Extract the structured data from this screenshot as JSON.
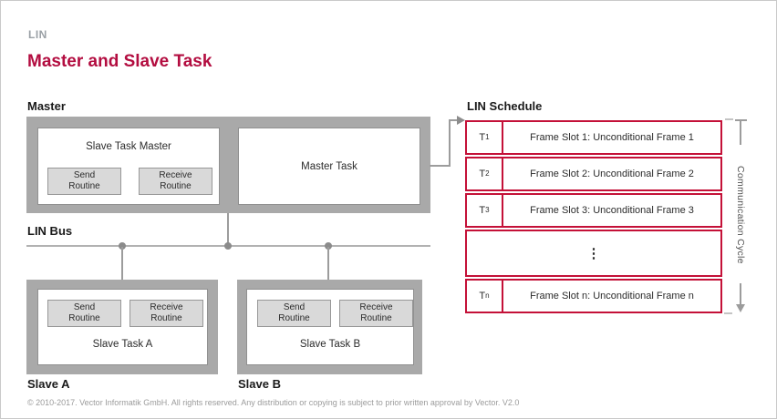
{
  "page": {
    "eyebrow": "LIN",
    "title": "Master and Slave Task",
    "footer": "© 2010-2017. Vector Informatik GmbH. All rights reserved. Any distribution or copying is subject to prior written approval by Vector. V2.0"
  },
  "colors": {
    "accent_red_title": "#b30d40",
    "schedule_border_red": "#c41138",
    "node_gray": "#a9a9a9",
    "button_gray": "#d9d9d9",
    "line_gray": "#9c9c9c"
  },
  "master": {
    "label": "Master",
    "slave_task_title": "Slave Task Master",
    "send_routine": "Send\nRoutine",
    "receive_routine": "Receive\nRoutine",
    "master_task": "Master Task"
  },
  "bus": {
    "label": "LIN Bus"
  },
  "slave_a": {
    "label": "Slave A",
    "task_title": "Slave Task A",
    "send_routine": "Send\nRoutine",
    "receive_routine": "Receive\nRoutine"
  },
  "slave_b": {
    "label": "Slave B",
    "task_title": "Slave Task B",
    "send_routine": "Send\nRoutine",
    "receive_routine": "Receive\nRoutine"
  },
  "schedule": {
    "label": "LIN Schedule",
    "cycle_label": "Communication Cycle",
    "rows": [
      {
        "t": "T",
        "sub": "1",
        "text": "Frame Slot 1: Unconditional Frame 1"
      },
      {
        "t": "T",
        "sub": "2",
        "text": "Frame Slot 2: Unconditional Frame 2"
      },
      {
        "t": "T",
        "sub": "3",
        "text": "Frame Slot 3: Unconditional Frame 3"
      },
      {
        "ellipsis": "⋮"
      },
      {
        "t": "T",
        "sub": "n",
        "text": "Frame Slot n: Unconditional Frame n"
      }
    ]
  }
}
